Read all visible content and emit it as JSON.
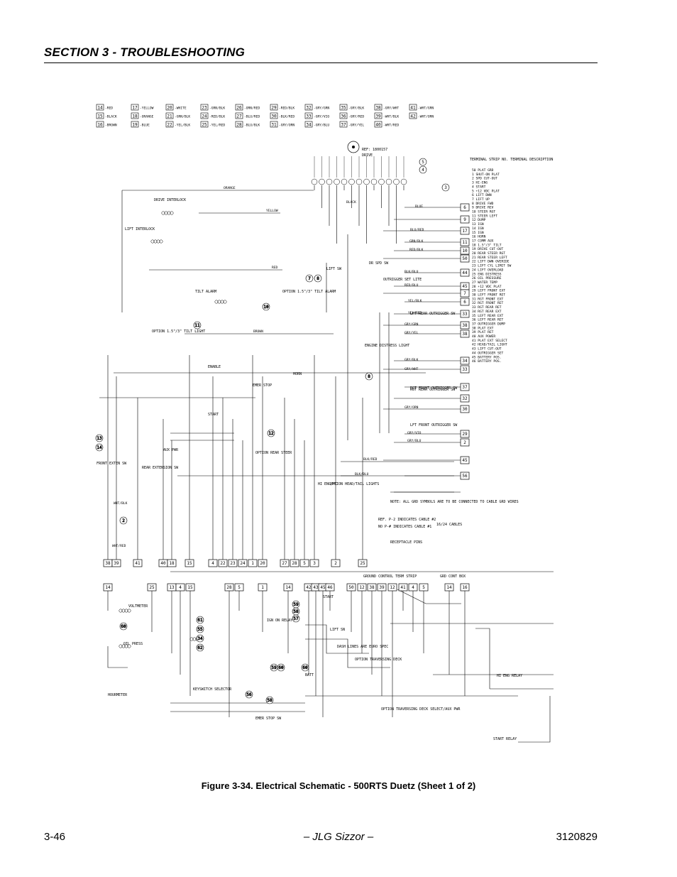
{
  "header": {
    "section_title": "SECTION 3 - TROUBLESHOOTING"
  },
  "schematic": {
    "legend": [
      {
        "n": "14",
        "c": "-RED"
      },
      {
        "n": "17",
        "c": "-YELLOW"
      },
      {
        "n": "20",
        "c": "-WHITE"
      },
      {
        "n": "23",
        "c": "-GRN/BLK"
      },
      {
        "n": "26",
        "c": "-ORN/RED"
      },
      {
        "n": "29",
        "c": "-RED/BLK"
      },
      {
        "n": "32",
        "c": "-GRY/GRN"
      },
      {
        "n": "35",
        "c": "-GRY/BLK"
      },
      {
        "n": "38",
        "c": "-GRY/WHT"
      },
      {
        "n": "41",
        "c": "-WHT/GRN"
      },
      {
        "n": "15",
        "c": "-BLACK"
      },
      {
        "n": "18",
        "c": "-ORANGE"
      },
      {
        "n": "21",
        "c": "-GRN/BLK"
      },
      {
        "n": "24",
        "c": "-RED/BLK"
      },
      {
        "n": "27",
        "c": "-BLU/RED"
      },
      {
        "n": "30",
        "c": "-BLK/RED"
      },
      {
        "n": "33",
        "c": "-GRY/VIO"
      },
      {
        "n": "36",
        "c": "-GRY/RED"
      },
      {
        "n": "39",
        "c": "-WHT/BLK"
      },
      {
        "n": "42",
        "c": "-WHT/ORN"
      },
      {
        "n": "16",
        "c": "-BROWN"
      },
      {
        "n": "19",
        "c": "-BLUE"
      },
      {
        "n": "22",
        "c": "-YEL/BLK"
      },
      {
        "n": "25",
        "c": "-YEL/RED"
      },
      {
        "n": "28",
        "c": "-BLU/BLK"
      },
      {
        "n": "31",
        "c": "-GRY/ORN"
      },
      {
        "n": "34",
        "c": "-GRY/BLU"
      },
      {
        "n": "37",
        "c": "-GRY/YEL"
      },
      {
        "n": "40",
        "c": "-WHT/RED"
      }
    ],
    "drive_ref": "REF: 1800157",
    "drive_label": "DRIVE",
    "terminal_strip_title": "TERMINAL STRIP NO.   TERMINAL DESCRIPTION",
    "terminal_descriptions": [
      "50  PLAT GRD",
      "1  SHUT-ON PLAT",
      "2  SPD CUT-OUT",
      "3  HI-ENG",
      "4  START",
      "5  +12 VDC PLAT",
      "6  LIFT DWN",
      "7  LIFT UP",
      "8  DRIVE FWD",
      "9  DRIVE REV",
      "10  STEER RGT",
      "11  STEER LEFT",
      "12  DUMP",
      "13  IGN",
      "14  IGN",
      "15  IGN",
      "16  HORN",
      "17  COMM AUX",
      "18  1.5\"/3\" TILT",
      "19  DRIVE CUT-OUT",
      "20  REAR STEER RGT",
      "21  REAR STEER LEFT",
      "22  LIFT DWN OVERIDE",
      "23  LIFT CYL LIMIT SW",
      "24  LIFT OVERLOAD",
      "25  ENG DISTRESS",
      "26  OIL PRESSURE",
      "27  WATER TEMP",
      "28  +12 VDC PLAT",
      "29  LEFT FRONT EXT",
      "30  LEFT FRONT RET",
      "31  RGT FRONT EXT",
      "32  RGT FRONT RET",
      "33  RGT REAR RET",
      "34  RGT REAR EXT",
      "35  LEFT REAR EXT",
      "36  LEFT REAR RET",
      "37  OUTRIGGER DUMP",
      "38  PLAT EXT",
      "39  PLAT RET",
      "40  AUX POWER",
      "41  PLAT EXT SELECT",
      "42  HEAD/TAIL LIGHT",
      "43  LIFT CUT-OUT",
      "44  OUTRIGGER SET",
      "45  BATTERY POS.",
      "46  BATTERY POS."
    ],
    "wire_labels": [
      "ORANGE",
      "YELLOW",
      "RED",
      "BROWN",
      "BLACK",
      "BLUE",
      "BLU/RED",
      "GRN/BLK",
      "RED/BLK",
      "BLK/BLU",
      "RED/BLU",
      "YEL/BLK",
      "YEL/RED",
      "GRY/YEL",
      "GRY/GRN",
      "GRY/WHT",
      "GRY/BLK",
      "GRY/BLU",
      "GRY/VIO",
      "GRY/ORN",
      "BLK/BLU",
      "BLK/RED",
      "WHT/BLK",
      "WHT/RED"
    ],
    "right_terminals": [
      "6",
      "9",
      "17",
      "11",
      "10",
      "50",
      "44",
      "45",
      "7",
      "6",
      "33",
      "38",
      "38",
      "34",
      "33",
      "37",
      "32",
      "30",
      "29",
      "2",
      "45",
      "56"
    ],
    "bottom_terminals": [
      "38",
      "39",
      "41",
      "40",
      "18",
      "15",
      "4",
      "22",
      "23",
      "24",
      "1",
      "20",
      "27",
      "28",
      "5",
      "3",
      "2",
      "25"
    ],
    "lower_terminals": [
      "14",
      "25",
      "13",
      "4",
      "15",
      "28",
      "5",
      "1",
      "14",
      "42",
      "43",
      "45",
      "46",
      "50",
      "12",
      "38",
      "39",
      "12",
      "41",
      "4",
      "5",
      "14",
      "16"
    ],
    "component_labels": [
      "DRIVE INTERLOCK",
      "LIFT INTERLOCK",
      "TILT ALARM",
      "OPTION 1.5\"/3\" TILT ALARM",
      "OPTION 1.5\"/3\" TILT LIGHT",
      "ENABLE",
      "START",
      "EMER STOP",
      "HORN",
      "LIFT SW",
      "OUTRIGGER SET LITE",
      "DR SPD SW",
      "ENGINE DISTRESS LIGHT",
      "LFT REAR OUTRIGGER SW",
      "RGT REAR OUTRIGGER SW",
      "RGT FRONT OUTRIGGER SW",
      "LFT FRONT OUTRIGGER SW",
      "FRONT EXTEN SW",
      "AUX PWR",
      "REAR EXTENSION SW",
      "OPTION REAR STEER",
      "HI ENG/HC",
      "OPTION HEAD/TAIL LIGHTS",
      "VOLTMETER",
      "OIL PRESS",
      "HOURMETER",
      "IGN ON RELAY",
      "START",
      "LIFT SN",
      "OPTION TRAVERSING DECK",
      "HI ENG RELAY",
      "START RELAY",
      "KEYSWITCH SELECTOR",
      "GROUND CONTROL TERM STRIP",
      "GRD CONT BOX",
      "EMER STOP SW",
      "BATT",
      "OPTION TRAVERSING DECK SELECT/AUX PWR"
    ],
    "notes": [
      "NOTE: ALL GRD SYMBOLS ARE TO BE CONNECTED TO CABLE GRD WIRES",
      "REF. P-2 INDICATES CABLE #2",
      "NO P-# INDICATES CABLE #1",
      "RECEPTACLE PINS",
      "16/24 CABLES",
      "DASH LINES ARE EURO SPEC"
    ]
  },
  "caption": "Figure 3-34.  Electrical Schematic - 500RTS Duetz (Sheet 1 of 2)",
  "footer": {
    "page_number": "3-46",
    "product": "– JLG Sizzor –",
    "document_number": "3120829"
  }
}
